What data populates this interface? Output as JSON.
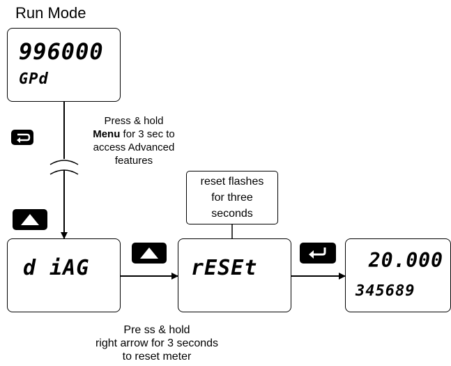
{
  "title": "Run Mode",
  "displays": {
    "run_line1": "996000",
    "run_line2": "GPd",
    "diag": "d iAG",
    "reset": "rESEt",
    "result_line1": "20.000",
    "result_line2": "345689"
  },
  "notes": {
    "menu_hold": [
      "Press & hold",
      "Menu",
      " for 3 sec to",
      "access Advanced",
      "features"
    ],
    "reset_flash": [
      "reset flashes",
      "for three",
      "seconds"
    ],
    "right_arrow_hold": [
      "Pre ss & hold",
      "right arrow  for 3 seconds",
      "to reset meter"
    ]
  },
  "icons": [
    "menu-button-icon",
    "up-arrow-button-icon",
    "up-arrow-button-icon",
    "enter-button-icon"
  ]
}
